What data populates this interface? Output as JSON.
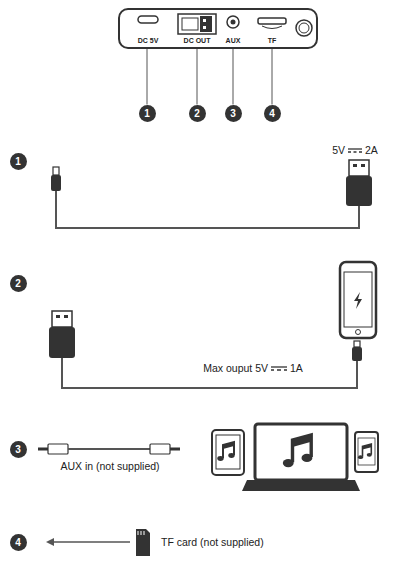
{
  "diagram": {
    "nodes": [
      {
        "text": [
          "DC 5V",
          "DC OUT",
          "AUX",
          "TF"
        ]
      },
      {
        "text": [
          "1"
        ]
      },
      {
        "text": [
          "2"
        ]
      },
      {
        "text": [
          "3"
        ]
      },
      {
        "text": [
          "4"
        ]
      },
      {
        "text": [
          "1"
        ]
      },
      {
        "text": [
          "2"
        ]
      },
      {
        "text": [
          "3"
        ]
      },
      {
        "text": [
          "4"
        ]
      }
    ],
    "edges": [
      {
        "from": 0,
        "to": 1,
        "arrow": "none"
      },
      {
        "from": 0,
        "to": 2,
        "arrow": "none"
      },
      {
        "from": 0,
        "to": 3,
        "arrow": "none"
      },
      {
        "from": 0,
        "to": 4,
        "arrow": "none"
      }
    ],
    "labels": [
      "5V",
      "2A",
      "Max ouput 5V",
      "1A",
      "AUX in (not supplied)",
      "TF card (not supplied)"
    ]
  }
}
